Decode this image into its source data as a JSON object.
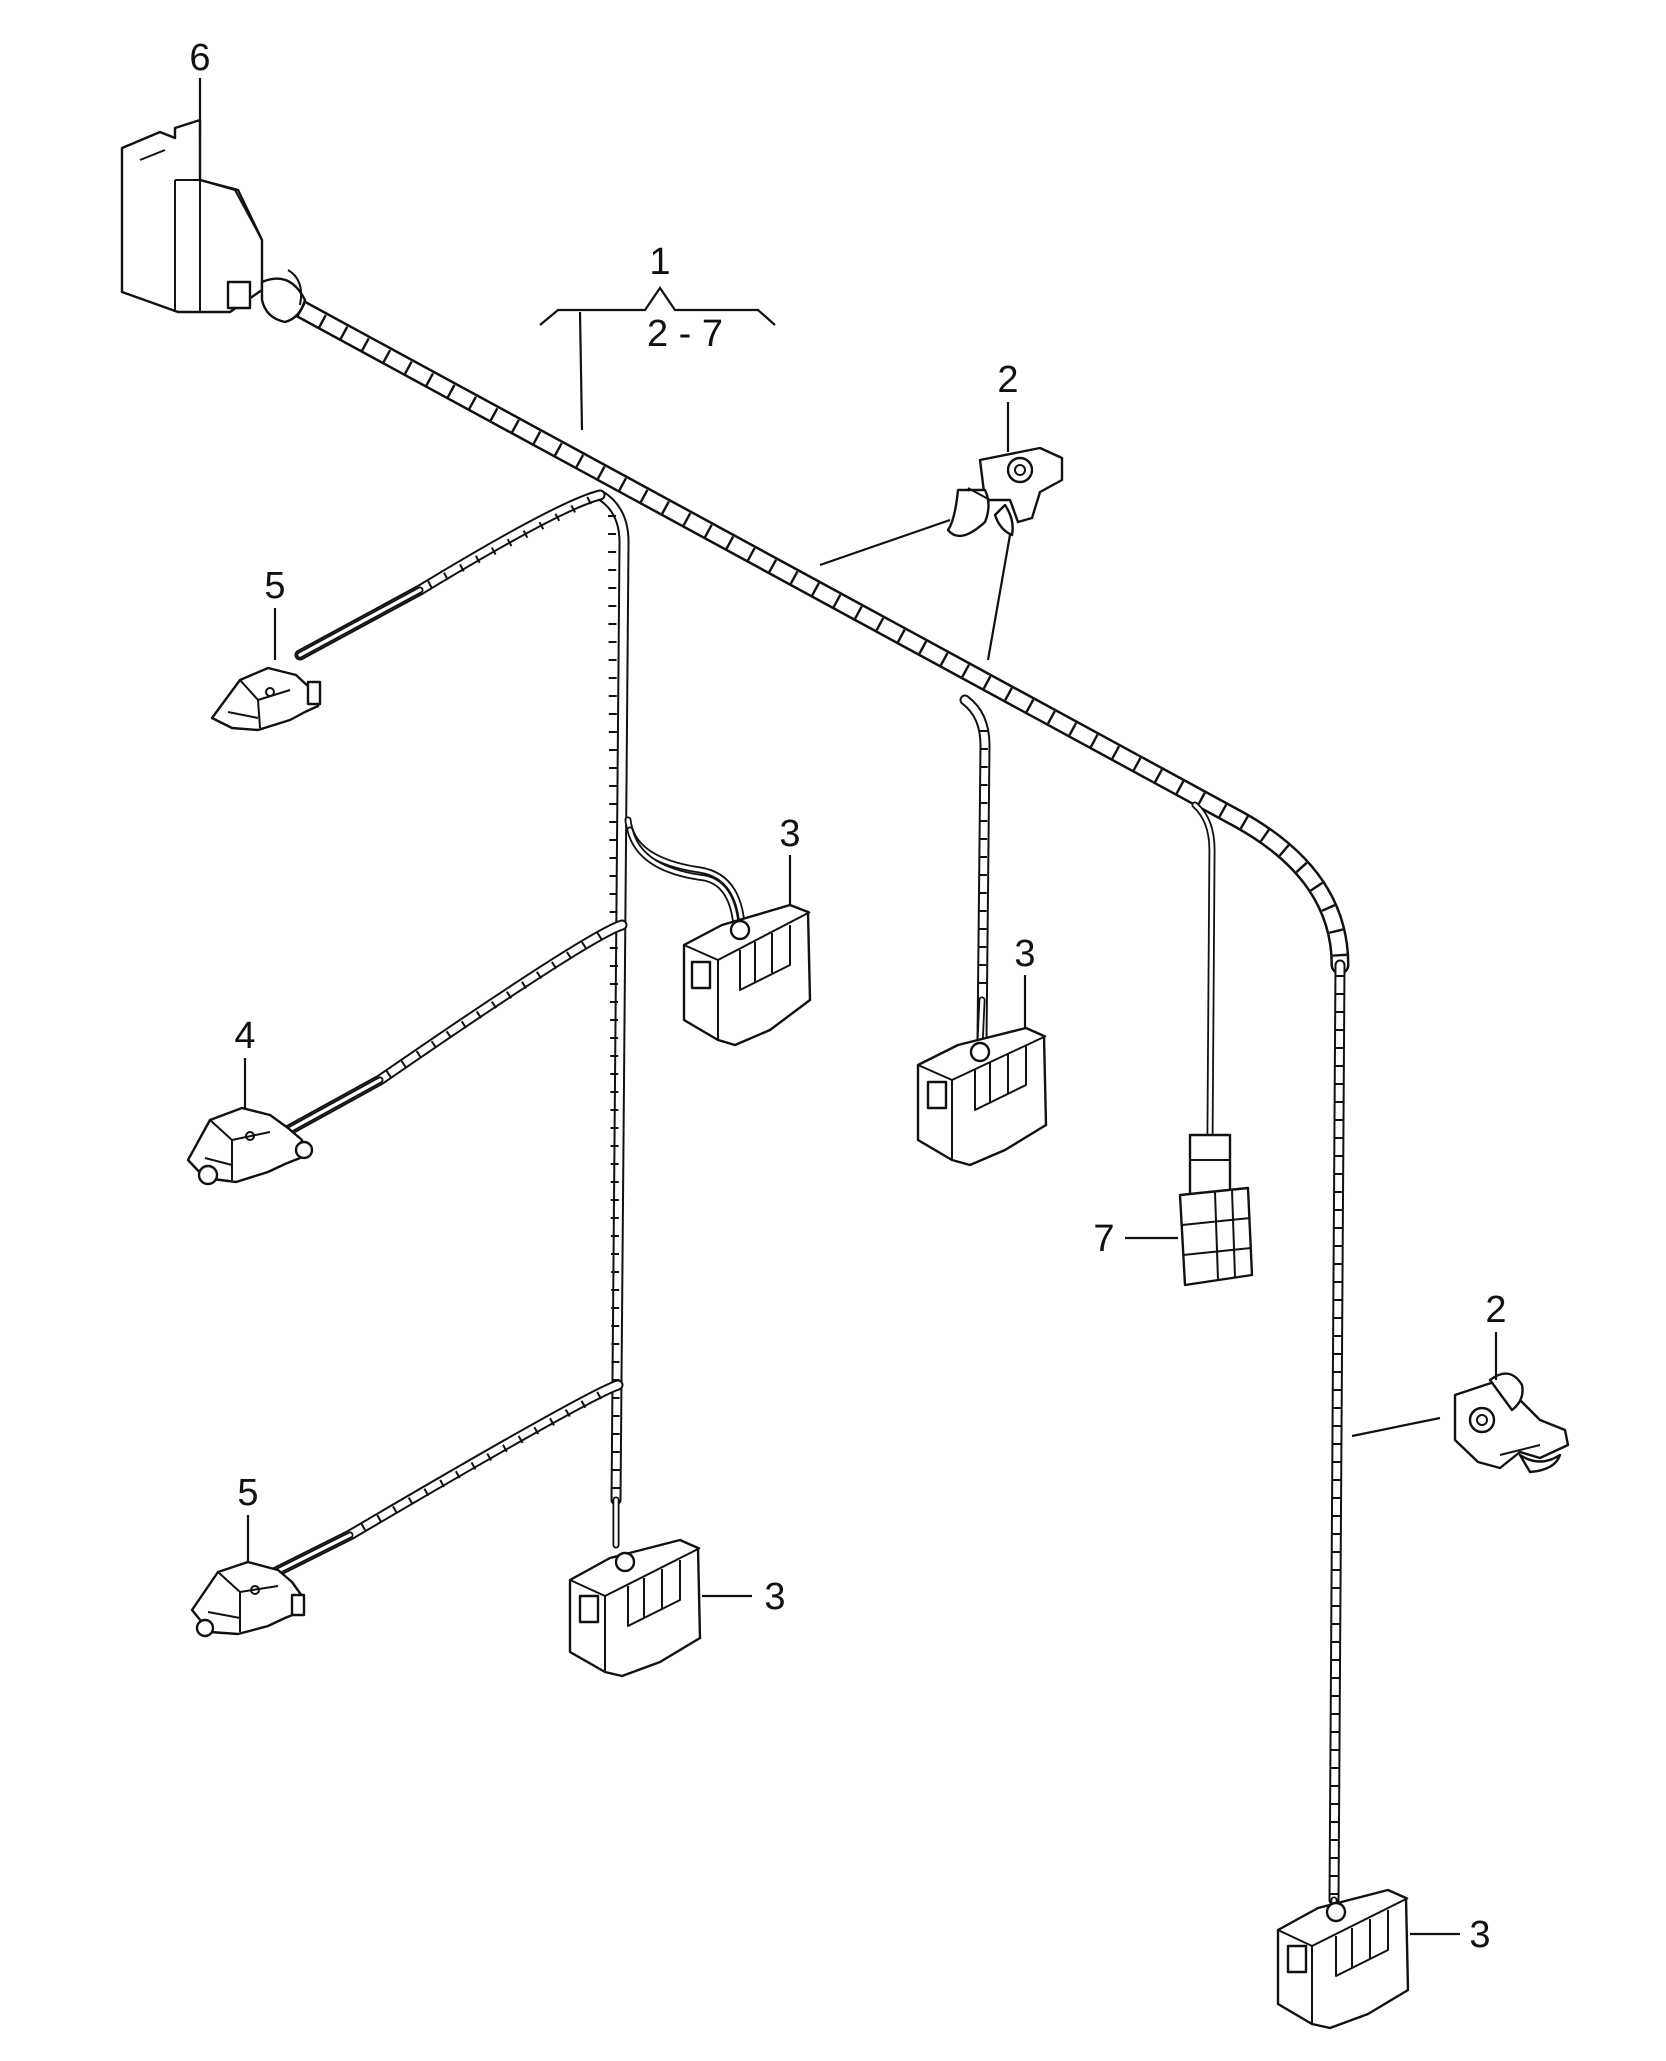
{
  "diagram": {
    "group_label": "1",
    "group_range": "2 - 7",
    "callouts": [
      {
        "id": "label-6",
        "text": "6"
      },
      {
        "id": "label-2-top",
        "text": "2"
      },
      {
        "id": "label-5-top",
        "text": "5"
      },
      {
        "id": "label-3-a",
        "text": "3"
      },
      {
        "id": "label-3-b",
        "text": "3"
      },
      {
        "id": "label-4",
        "text": "4"
      },
      {
        "id": "label-7",
        "text": "7"
      },
      {
        "id": "label-2-right",
        "text": "2"
      },
      {
        "id": "label-5-bottom",
        "text": "5"
      },
      {
        "id": "label-3-c",
        "text": "3"
      },
      {
        "id": "label-3-d",
        "text": "3"
      }
    ]
  }
}
